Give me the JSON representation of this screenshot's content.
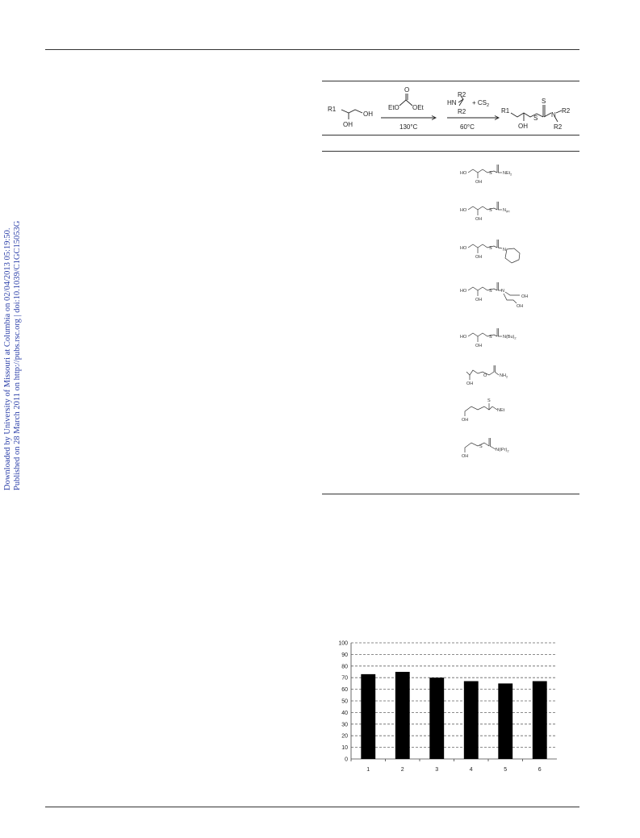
{
  "sidebar": {
    "line1": "Downloaded by University of Missouri at Columbia on 02/04/2013 05:19:50.",
    "line2": "Published on 28 March 2011 on http://pubs.rsc.org | doi:10.1039/C1GC15053G"
  },
  "scheme": {
    "reactant": {
      "r": "R1",
      "oh1": "OH",
      "oh2": "OH"
    },
    "reagent1": {
      "left": "EtO",
      "right": "OEt",
      "o": "O",
      "condition": "130°C"
    },
    "reagent2": {
      "hn": "HN",
      "r2a": "R2",
      "r2b": "R2",
      "cs2": "+ CS",
      "cs2_sub": "2",
      "condition": "60°C"
    },
    "product": {
      "r": "R1",
      "oh": "OH",
      "s": "S",
      "s_top": "S",
      "n": "N",
      "r2a": "R2",
      "r2b": "R2"
    }
  },
  "structures": [
    {
      "ho": "HO",
      "oh": "OH",
      "s": "S",
      "amine": "NEt",
      "amine_sub": "2"
    },
    {
      "ho": "HO",
      "oh": "OH",
      "s": "S",
      "amine": "N",
      "amine_sub": "iPr"
    },
    {
      "ho": "HO",
      "oh": "OH",
      "s": "S",
      "amine": "N"
    },
    {
      "ho": "HO",
      "oh": "OH",
      "s": "S",
      "amine": "N",
      "oh_a": "OH",
      "oh_b": "OH"
    },
    {
      "ho": "HO",
      "oh": "OH",
      "s": "S",
      "amine": "N(Bu)",
      "amine_sub": "2"
    },
    {
      "oh": "OH",
      "o": "O",
      "amine": "NH",
      "amine_sub": "2"
    },
    {
      "oh": "OH",
      "s": "S",
      "amine": "NEt"
    },
    {
      "oh": "OH",
      "s": "S",
      "amine": "N(iPr)",
      "amine_sub": "2"
    }
  ],
  "chart_data": {
    "type": "bar",
    "categories": [
      "1",
      "2",
      "3",
      "4",
      "5",
      "6"
    ],
    "values": [
      73,
      75,
      70,
      67,
      65,
      67
    ],
    "ylim": [
      0,
      100
    ],
    "yticks": [
      "0",
      "10",
      "20",
      "30",
      "40",
      "50",
      "60",
      "70",
      "80",
      "90",
      "100"
    ],
    "grid": "dashed horizontal",
    "colors": {
      "bar": "#000000",
      "grid": "#666666"
    }
  }
}
